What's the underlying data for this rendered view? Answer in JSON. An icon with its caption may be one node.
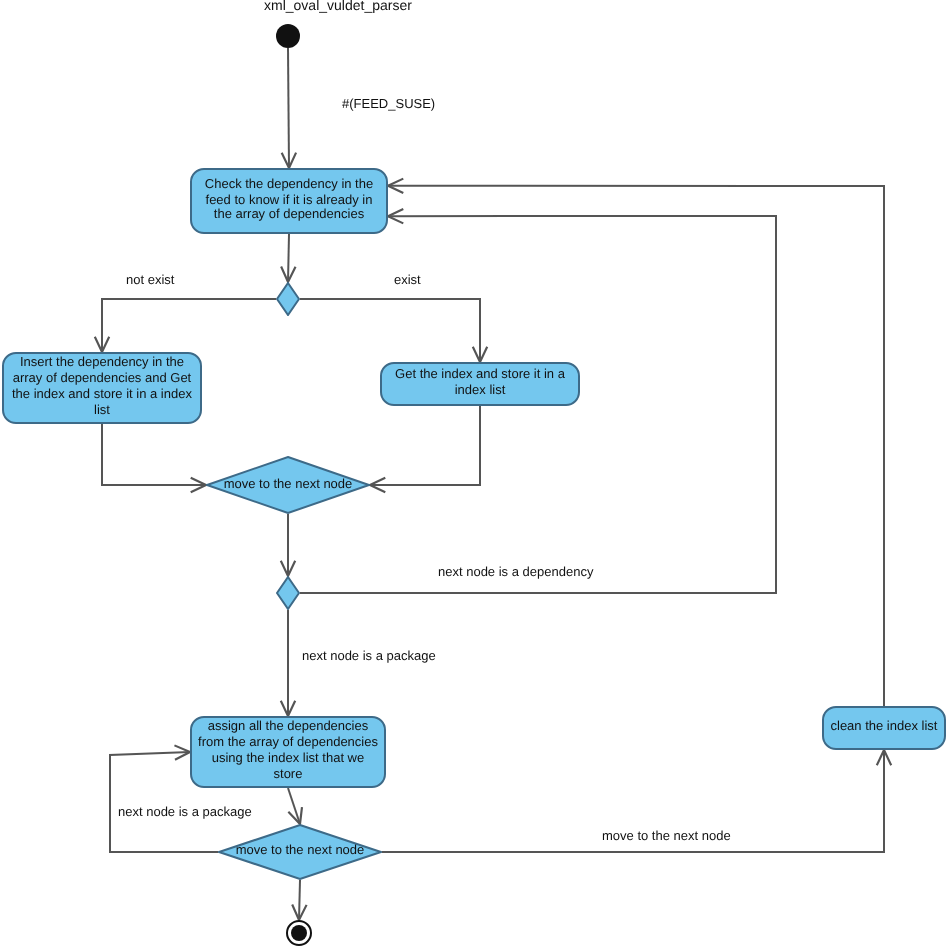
{
  "diagram": {
    "nodes": [
      {
        "text": [],
        "shape": "circle",
        "beside": [
          "xml_oval_vuldet_parser"
        ]
      },
      {
        "text": [
          "Check the dependency in the feed to know if it is already in the array of dependencies"
        ]
      },
      {
        "text": [],
        "shape": "diamond"
      },
      {
        "text": [
          "Insert the dependency in the array of dependencies and Get the index and store it in a index list"
        ]
      },
      {
        "text": [
          "Get the index and store it in a index list"
        ]
      },
      {
        "text": [
          "move to the next node"
        ]
      },
      {
        "text": [],
        "shape": "diamond"
      },
      {
        "text": [
          "assign all the dependencies from the array of dependencies using the index list that we store"
        ]
      },
      {
        "text": [
          "move to the next node"
        ]
      },
      {
        "text": [
          "clean the index list"
        ]
      },
      {
        "text": [],
        "shape": "bullseye"
      }
    ],
    "edges": [
      {
        "from": 0,
        "to": 1,
        "arrow": "to",
        "label": "#(FEED_SUSE)"
      },
      {
        "from": 1,
        "to": 2,
        "arrow": "to"
      },
      {
        "from": 2,
        "to": 3,
        "arrow": "to",
        "label": "not exist"
      },
      {
        "from": 2,
        "to": 4,
        "arrow": "to",
        "label": "exist"
      },
      {
        "from": 3,
        "to": 5,
        "arrow": "to"
      },
      {
        "from": 4,
        "to": 5,
        "arrow": "to"
      },
      {
        "from": 5,
        "to": 6,
        "arrow": "to"
      },
      {
        "from": 6,
        "to": 1,
        "arrow": "to",
        "label": "next node is a dependency"
      },
      {
        "from": 6,
        "to": 7,
        "arrow": "to",
        "label": "next node is a package"
      },
      {
        "from": 7,
        "to": 8,
        "arrow": "to"
      },
      {
        "from": 8,
        "to": 7,
        "arrow": "to",
        "label": "next node is a package"
      },
      {
        "from": 8,
        "to": 9,
        "arrow": "to",
        "label": "move to the next node"
      },
      {
        "from": 9,
        "to": 1,
        "arrow": "to"
      },
      {
        "from": 8,
        "to": 10,
        "arrow": "to"
      }
    ]
  }
}
